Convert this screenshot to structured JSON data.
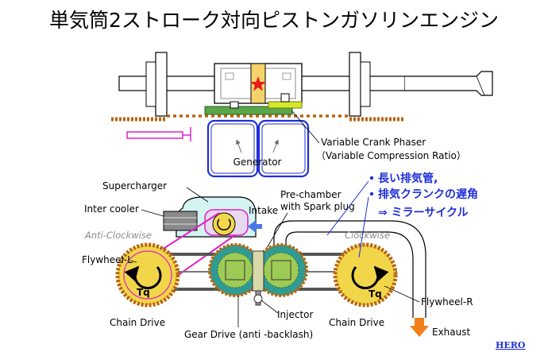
{
  "title": "単気筒2ストローク対向ピストンガソリンエンジン",
  "labels": {
    "variable_crank_phaser": "Variable Crank Phaser",
    "variable_compression_ratio": "（Variable Compression Ratio）",
    "generator": "Generator",
    "supercharger": "Supercharger",
    "inter_cooler": "Inter cooler",
    "intake": "Intake",
    "prechamber_line1": "Pre-chamber",
    "prechamber_line2": "with Spark plug",
    "anti_clockwise": "Anti-Clockwise",
    "clockwise": "Clockwise",
    "flywheel_l": "Flywheel-L",
    "flywheel_r": "Flywheel-R",
    "injector": "Injector",
    "chain_drive_left": "Chain Drive",
    "chain_drive_right": "Chain Drive",
    "gear_drive": "Gear Drive (anti -backlash)",
    "exhaust": "Exhaust",
    "tq_left": "Tq",
    "tq_right": "Tq",
    "hero": "HERO"
  },
  "notes": {
    "line1": "長い排気管,",
    "line2": "排気クランクの遅角",
    "line3": "⇒ ミラーサイクル"
  },
  "colors": {
    "flywheel": "#f2d64a",
    "gear": "#2e9c95",
    "chain": "#b8650f",
    "blue": "#1f2fd8",
    "pink": "#e020c8",
    "red_star": "#e81919",
    "arrow_orange": "#f08018"
  }
}
